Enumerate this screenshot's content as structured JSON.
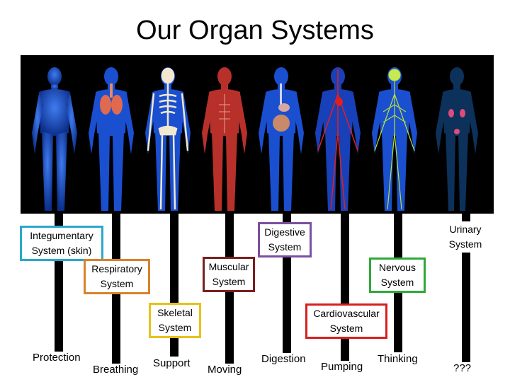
{
  "title": "Our Organ Systems",
  "systems": [
    {
      "name": "Integumentary System (skin)",
      "line1": "Integumentary",
      "line2": "System (skin)",
      "border": "#2aa8cc",
      "function": "Protection"
    },
    {
      "name": "Respiratory System",
      "line1": "Respiratory",
      "line2": "System",
      "border": "#d9822b",
      "function": "Breathing"
    },
    {
      "name": "Skeletal System",
      "line1": "Skeletal",
      "line2": "System",
      "border": "#e6c21a",
      "function": "Support"
    },
    {
      "name": "Muscular System",
      "line1": "Muscular",
      "line2": "System",
      "border": "#7a1f1f",
      "function": "Moving"
    },
    {
      "name": "Digestive System",
      "line1": "Digestive",
      "line2": "System",
      "border": "#7b4fa0",
      "function": "Digestion"
    },
    {
      "name": "Cardiovascular System",
      "line1": "Cardiovascular",
      "line2": "System",
      "border": "#d42020",
      "function": "Pumping"
    },
    {
      "name": "Nervous System",
      "line1": "Nervous",
      "line2": "System",
      "border": "#2fa83a",
      "function": "Thinking"
    },
    {
      "name": "Urinary System",
      "line1": "Urinary",
      "line2": "System",
      "border": "#ffffff",
      "function": "???"
    }
  ],
  "colors": {
    "body_blue": "#1f56d6",
    "background": "#000000"
  }
}
